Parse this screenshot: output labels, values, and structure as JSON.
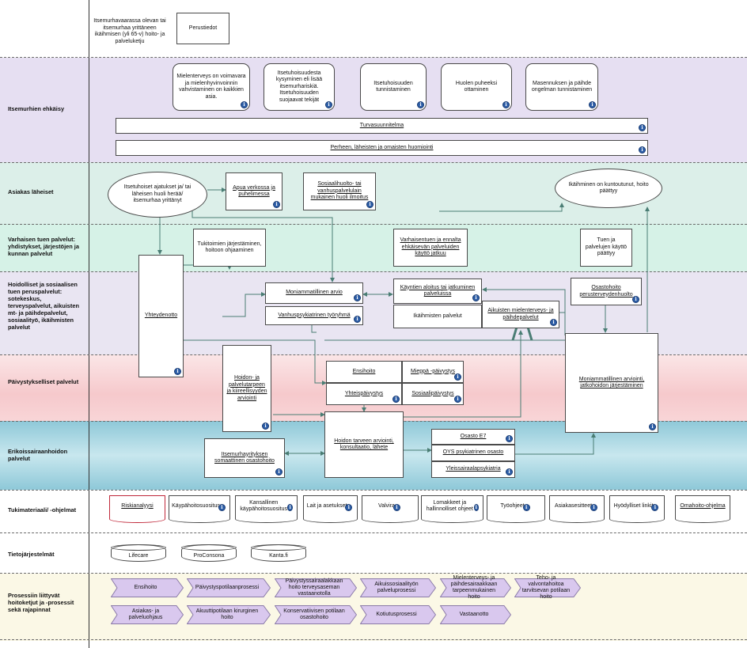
{
  "start": {
    "note": "Itsemurhavaarassa olevan tai itsemurhaa yrittäneen ikäihmisen (yli 65-v) hoito- ja palveluketju",
    "perustiedot": "Perustiedot"
  },
  "lanes": {
    "ehkaisy": "Itsemurhien ehkäisy",
    "asiakas": "Asiakas läheiset",
    "varhainen": "Varhaisen tuen palvelut: yhdistykset, järjestöjen ja kunnan palvelut",
    "hoidolliset": "Hoidolliset ja sosiaalisen tuen peruspalvelut: sotekeskus, terveyspalvelut, aikuisten mt- ja päihdepalvelut, sosiaalityö, ikäihmisten palvelut",
    "paivystys": "Päivystykselliset palvelut",
    "erikois": "Erikoissairaanhoidon palvelut",
    "tukimateriaali": "Tukimateriaali/ -ohjelmat",
    "tietojarjestelmat": "Tietojärjestelmät",
    "prosessit": "Prosessiin liittyvät hoitoketjut ja -prosessit sekä rajapinnat"
  },
  "ehkaisy": {
    "box1": "Mielenterveys on voimavara ja mielenhyvinvoinnin vahvistaminen on kaikkien asia.",
    "box2": "Itsetuhoisuudesta kysyminen eli lisää itsemurhariskiä. Itsetuhoisuuden suojaavat tekijät",
    "box3": "Itsetuhoisuuden tunnistaminen",
    "box4": "Huolen puheeksi ottaminen",
    "box5": "Masennuksen ja päihde ongelman tunnistaminen",
    "bar1": "Turvasuunnitelma",
    "bar2": "Perheen, läheisten ja omaisten huomiointi"
  },
  "asiakas": {
    "ellipse_start": "Itsetuhoiset ajatukset ja/ tai läheisen huoli herää/ itsemurhaa yrittänyt",
    "apua": "Apua verkossa ja puhelimessa",
    "sosiaalihuolto": "Sosiaalihuolto- tai vanhuspalvelulain mukainen huoli ilmoitus",
    "ellipse_end": "Ikäihminen on kuntoutunut, hoito päättyy"
  },
  "varhainen": {
    "tukitoimien": "Tukitoimien järjestäminen, hoitoon ohjaaminen",
    "varhaisentuen": "Varhaisentuen ja ennalta ehkäisevän palveluiden käyttö jatkuu",
    "tuen": "Tuen ja palvelujen käyttö päättyy"
  },
  "hoidolliset": {
    "yhteydenotto": "Yhteydenotto",
    "moniammatillinen": "Moniammatillinen arvio",
    "vanhuspsykiatrinen": "Vanhuspsykiatrinen työryhmä",
    "kaynti": "Käyntien aloitus tai jatkuminen palveluissa",
    "ikaihmisten": "Ikäihmisten palvelut",
    "aikuisten": "Aikuisten mielenterveys- ja päihdepalvelut",
    "osastohoito": "Osastohoito perusterveydenhuolto"
  },
  "paivystys": {
    "hoidon_palvelu": "Hoidon- ja palvelutarpeen ja kiireellisyyden arviointi",
    "ensihoito": "Ensihoito",
    "mieppa": "Mieppä -päivystys",
    "yhteispaivystys": "Yhteispäivystys",
    "sosiaalipaivystys": "Sosiaalipäivystys",
    "moniamm_arviointi": "Moniammatillinen arviointi, jatkohoidon järjestäminen"
  },
  "erikois": {
    "itsemurhayritys": "Itsemurhayrityksen somaattinen osastohoito",
    "hoidon_tarve": "Hoidon tarveen arviointi, konsultaatio, lähete",
    "osasto": "Osasto E7",
    "oys": "OYS psykiatrinen osasto",
    "yleissairaala": "Yleissairaalapsykiatria"
  },
  "tukimateriaali": [
    {
      "label": "Riskianalyysi",
      "red": true
    },
    {
      "label": "Käypähoitosuositus",
      "red": false
    },
    {
      "label": "Kansallinen käypähoitosuositus",
      "red": false
    },
    {
      "label": "Lait ja asetukset",
      "red": false
    },
    {
      "label": "Valvira",
      "red": false
    },
    {
      "label": "Lomakkeet ja hallinnolliset ohjeet",
      "red": false
    },
    {
      "label": "Työohjeet",
      "red": false
    },
    {
      "label": "Asiakasesitteet",
      "red": false
    },
    {
      "label": "Hyödylliset linkit",
      "red": false
    },
    {
      "label": "Omahoito-ohjelma",
      "red": false
    }
  ],
  "tietojarjestelmat": [
    "Lifecare",
    "ProConsona",
    "Kanta.fi"
  ],
  "prosessit": {
    "row1": [
      "Ensihoito",
      "Päivystyspotilaanprosessi",
      "Päivystyssairaalakkaan hoito terveysaseman vastaanotolla",
      "Aikuissosiaalityön palveluprosessi",
      "Mielenterveys- ja päihdesairaakkaan tarpeenmukainen hoito",
      "Teho- ja valvontahoitoa tarvitsevan potilaan hoito"
    ],
    "row2": [
      "Asiakas- ja palveluohjaus",
      "Akuuttipotilaan kirurginen hoito",
      "Konservatiivisen potilaan osastohoito",
      "Kotiutusprosessi",
      "Vastaanotto"
    ]
  },
  "colors": {
    "lane_ehkaisy": "#e6dff2",
    "lane_asiakas": "#dcefe9",
    "lane_varhainen": "#d6f2e7",
    "lane_hoidolliset": "#e9e5f2",
    "lane_paivystys": "#f8d5d7",
    "lane_erikois": "#9ed1de",
    "lane_proc": "#fbf8e6",
    "process_fill": "#d9c8ee",
    "arrow": "#4a7d74",
    "info": "#2e5fa8"
  }
}
